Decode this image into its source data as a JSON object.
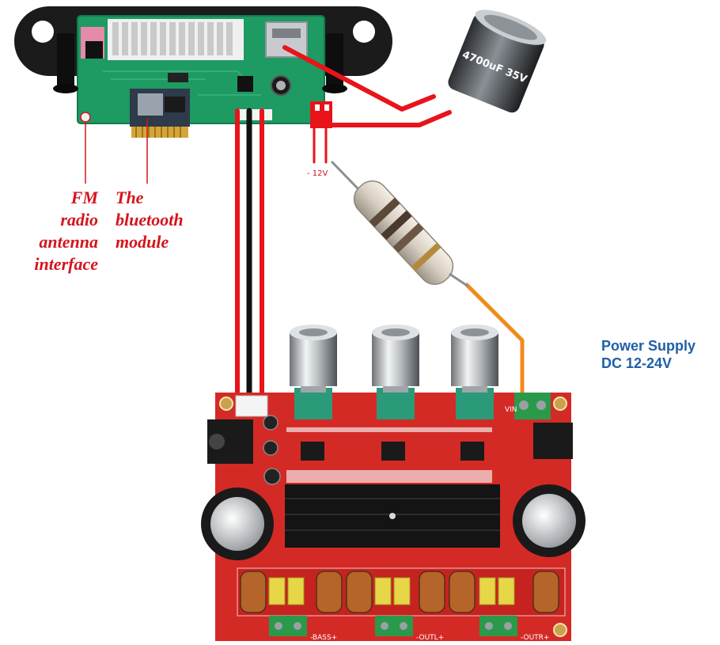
{
  "labels": {
    "fm_antenna": [
      "FM",
      "radio",
      "antenna",
      "interface"
    ],
    "bluetooth": [
      "The",
      "bluetooth",
      "module"
    ],
    "power_supply": [
      "Power Supply",
      "DC 12-24V"
    ],
    "voltage_marker": "- 12V"
  },
  "capacitor_label": "4700uF 35V",
  "amp_terminals": [
    "-BASS+",
    "-OUTL+",
    "-OUTR+"
  ],
  "amp_vin": "VIN",
  "colors": {
    "wire_red": "#e8141a",
    "wire_black": "#111111",
    "wire_orange": "#f08a1e",
    "pcb_green": "#1e9a63",
    "pcb_red": "#d42a26",
    "label_red": "#d4141c",
    "label_blue": "#1f5fa8"
  }
}
